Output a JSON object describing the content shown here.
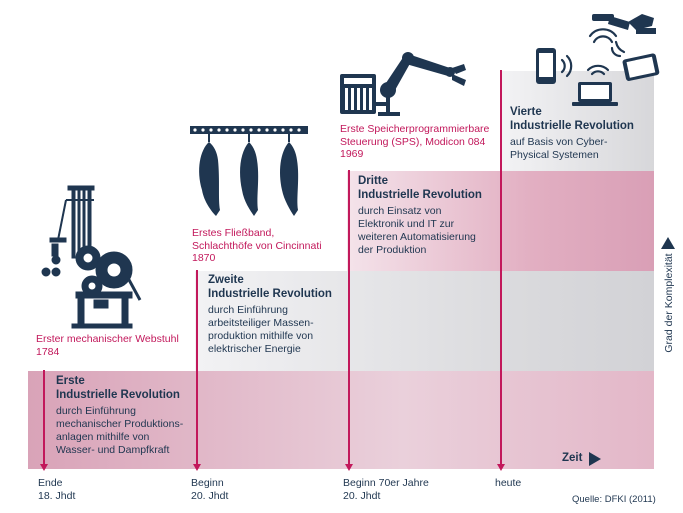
{
  "stages": [
    {
      "heading_line1": "Erste",
      "heading_line2": "Industrielle Revolution",
      "description": [
        "durch Einführung",
        "mechanischer Produktions-",
        "anlagen mithilfe von",
        "Wasser- und Dampfkraft"
      ],
      "caption": [
        "Erster mechanischer Webstuhl",
        "1784"
      ],
      "time": [
        "Ende",
        "18. Jhdt"
      ]
    },
    {
      "heading_line1": "Zweite",
      "heading_line2": "Industrielle Revolution",
      "description": [
        "durch Einführung",
        "arbeitsteiliger Massen-",
        "produktion mithilfe von",
        "elektrischer Energie"
      ],
      "caption": [
        "Erstes Fließband,",
        "Schlachthöfe von Cincinnati",
        "1870"
      ],
      "time": [
        "Beginn",
        "20. Jhdt"
      ]
    },
    {
      "heading_line1": "Dritte",
      "heading_line2": "Industrielle Revolution",
      "description": [
        "durch Einsatz von",
        "Elektronik und IT zur",
        "weiteren Automatisierung",
        "der Produktion"
      ],
      "caption": [
        "Erste Speicherprogrammierbare",
        "Steuerung (SPS), Modicon 084",
        "1969"
      ],
      "time": [
        "Beginn 70er Jahre",
        "20. Jhdt"
      ]
    },
    {
      "heading_line1": "Vierte",
      "heading_line2": "Industrielle Revolution",
      "description": [
        "auf Basis von Cyber-",
        "Physical Systemen"
      ],
      "caption": [],
      "time": [
        "heute"
      ]
    }
  ],
  "axis": {
    "x_label": "Zeit",
    "y_label": "Grad der Komplexität"
  },
  "source": "Quelle: DFKI (2011)",
  "colors": {
    "pink": "#d9a3b8",
    "gray": "#d7d7da",
    "accent": "#c2185b",
    "navy": "#1f3650"
  },
  "icons": [
    "loom-icon",
    "assembly-line-icon",
    "plc-robot-icon",
    "cyber-physical-icon"
  ]
}
